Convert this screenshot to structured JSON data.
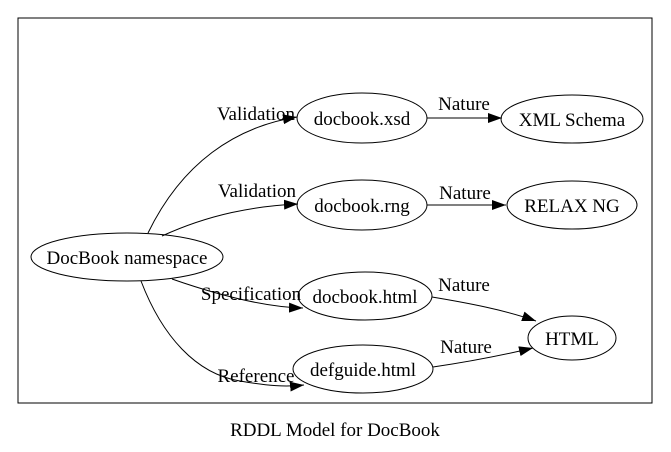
{
  "diagram": {
    "caption": "RDDL Model for DocBook",
    "nodes": {
      "namespace": {
        "label": "DocBook namespace"
      },
      "docbook_xsd": {
        "label": "docbook.xsd"
      },
      "xml_schema": {
        "label": "XML Schema"
      },
      "docbook_rng": {
        "label": "docbook.rng"
      },
      "relax_ng": {
        "label": "RELAX NG"
      },
      "docbook_html": {
        "label": "docbook.html"
      },
      "defguide_html": {
        "label": "defguide.html"
      },
      "html": {
        "label": "HTML"
      }
    },
    "edge_labels": {
      "validation_xsd": "Validation",
      "validation_rng": "Validation",
      "specification": "Specification",
      "reference": "Reference",
      "nature_xsd": "Nature",
      "nature_rng": "Nature",
      "nature_docbook_html": "Nature",
      "nature_defguide": "Nature"
    },
    "colors": {
      "line": "#000000",
      "background": "#ffffff"
    }
  }
}
